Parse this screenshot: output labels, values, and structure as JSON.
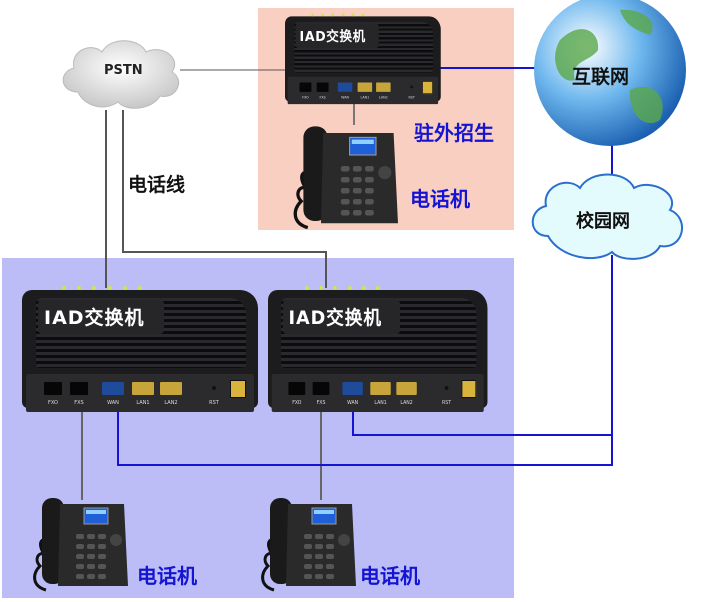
{
  "pstn": {
    "label": "PSTN"
  },
  "phone_line_label": "电话线",
  "internet": {
    "label": "互联网"
  },
  "campus_network": {
    "label": "校园网"
  },
  "remote_site": {
    "label": "驻外招生",
    "iad": {
      "title": "IAD交换机"
    },
    "phone_label": "电话机"
  },
  "local_site": {
    "iads": [
      {
        "title": "IAD交换机"
      },
      {
        "title": "IAD交换机"
      }
    ],
    "phone_labels": [
      "电话机",
      "电话机"
    ]
  },
  "ports": {
    "fxo": "FXO",
    "fxs": "FXS",
    "wan": "WAN",
    "lan1": "LAN1",
    "lan2": "LAN2",
    "rst": "RST"
  },
  "colors": {
    "remote_bg": "#f9cfc1",
    "local_bg": "#bcbcf7",
    "network_line": "#1414d2",
    "phone_line": "#555555",
    "label_blue": "#1414d2"
  }
}
